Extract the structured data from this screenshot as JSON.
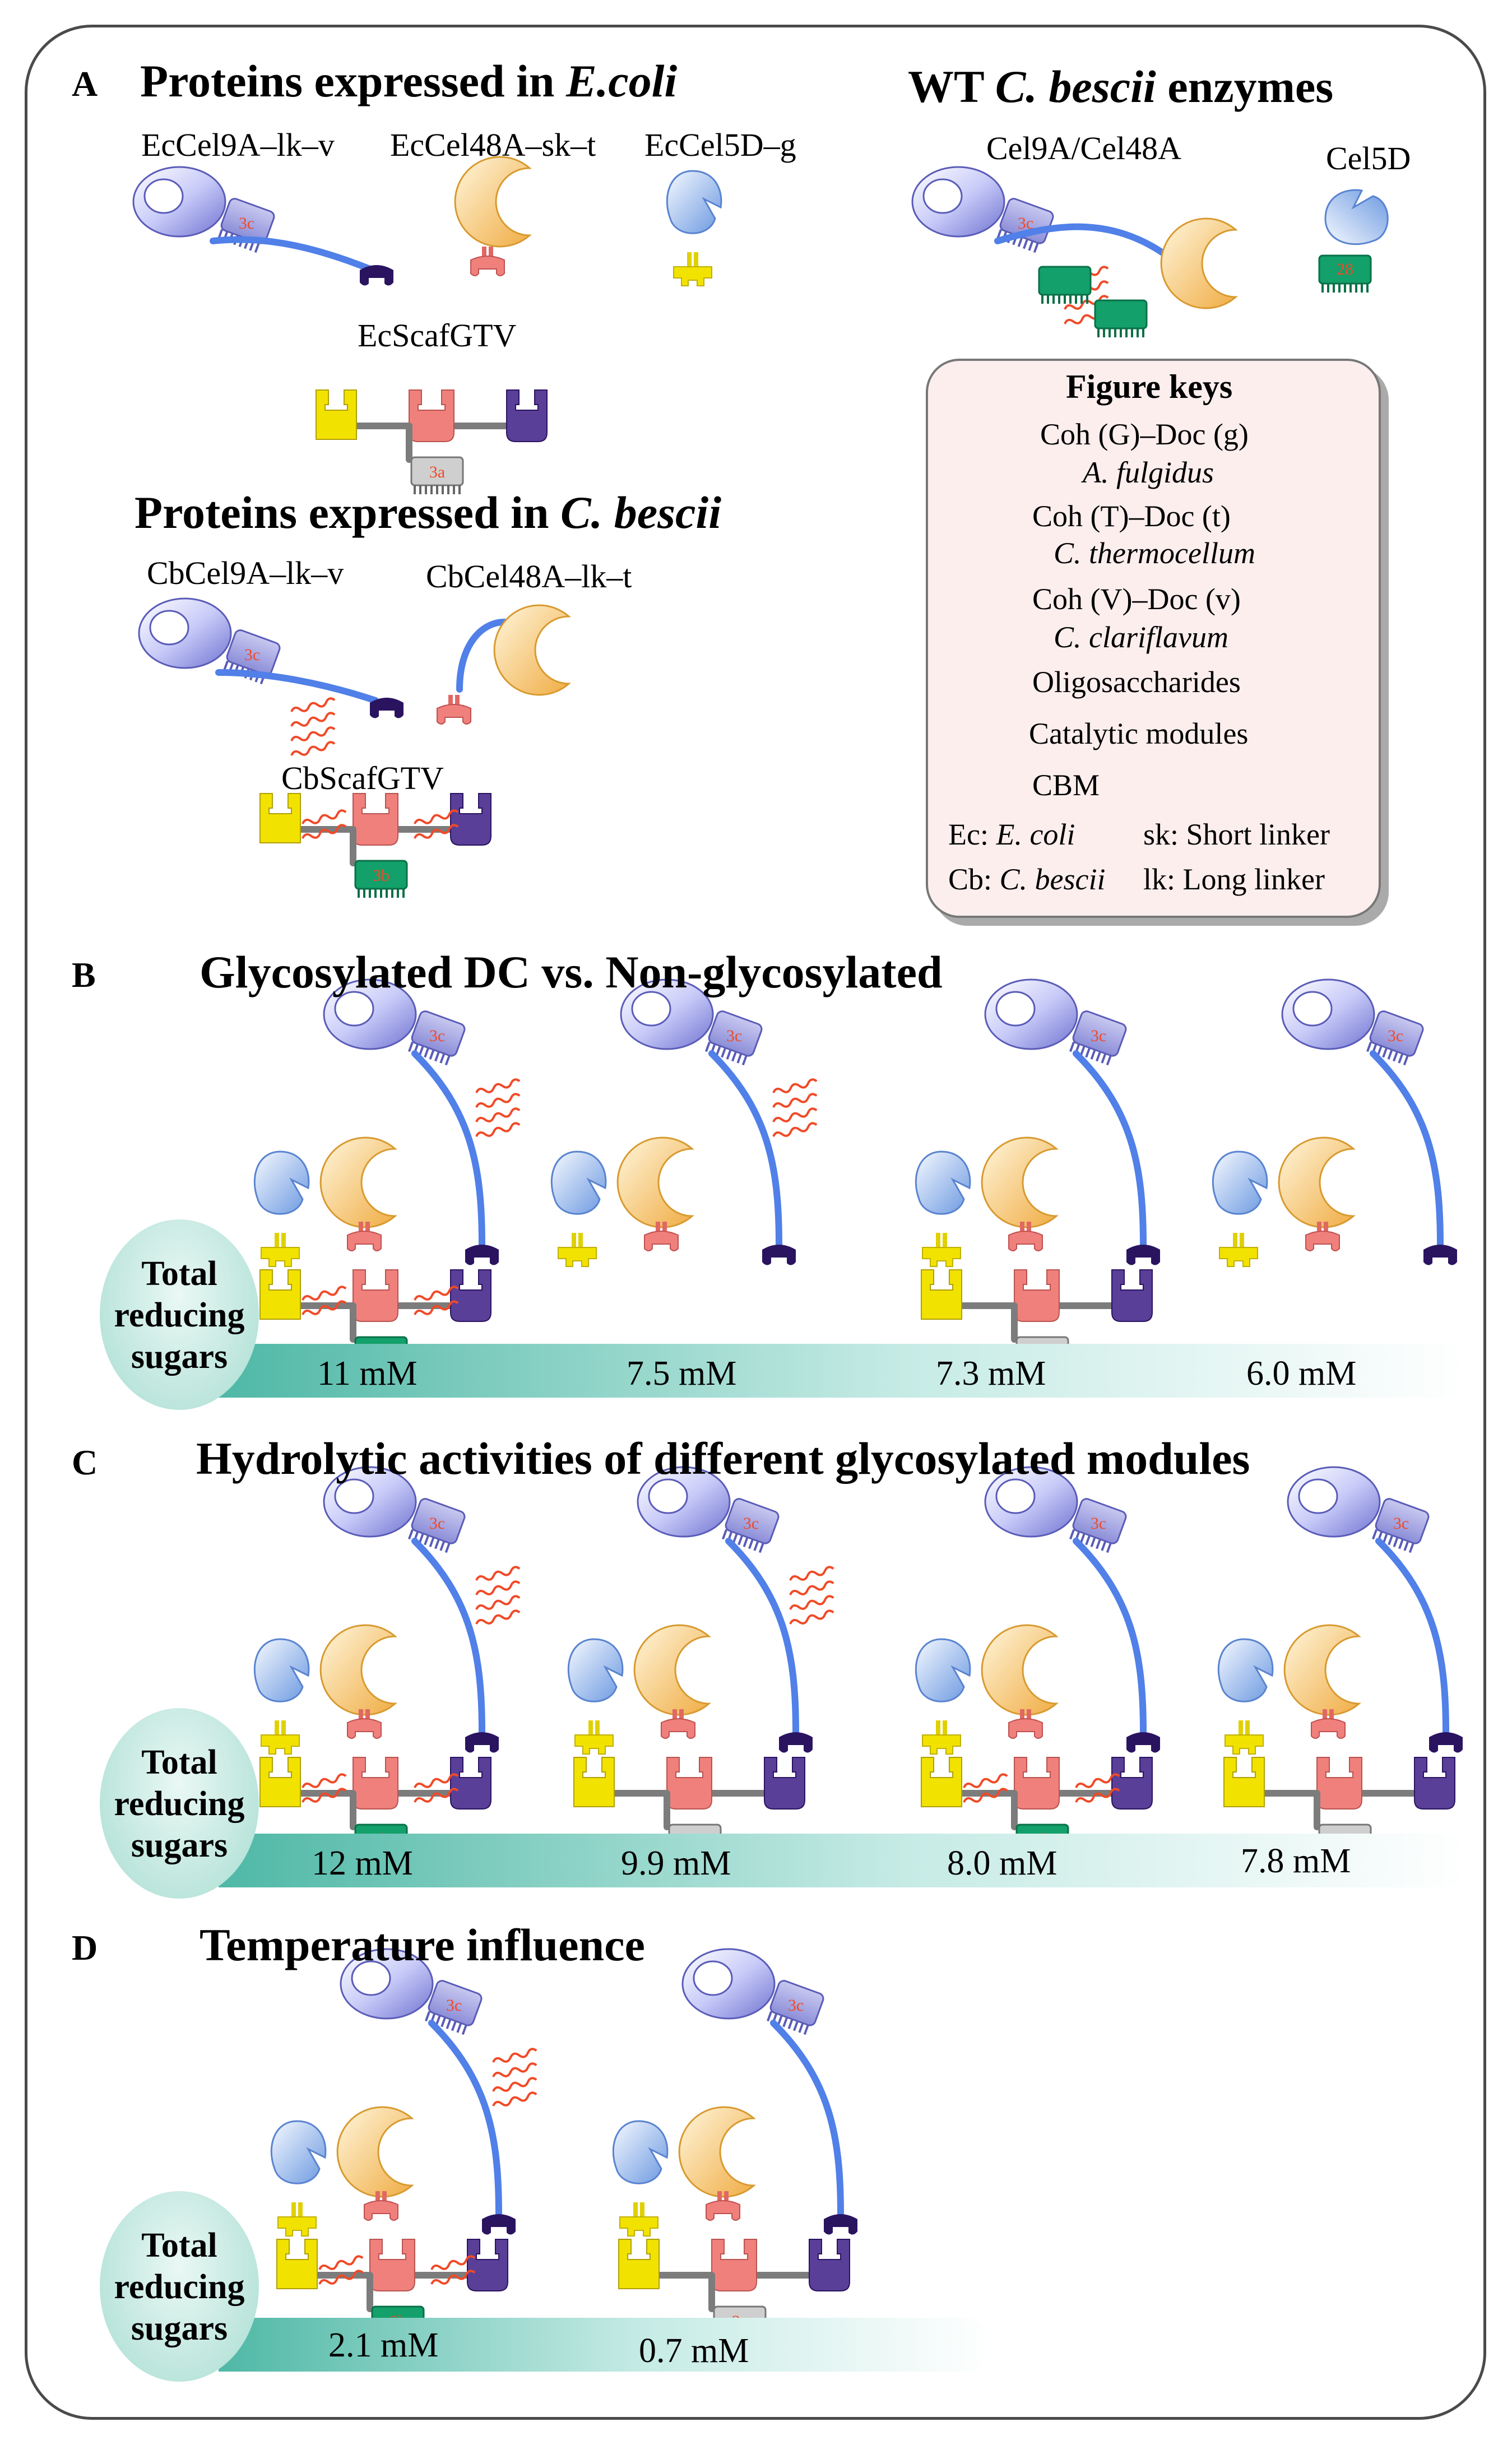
{
  "panels": {
    "a": {
      "letter": "A",
      "title_ecoli_prefix": "Proteins expressed in ",
      "title_ecoli_italic": "E.coli",
      "title_wt_prefix": "WT ",
      "title_wt_italic": "C. bescii",
      "title_wt_suffix": " enzymes",
      "title_cb_prefix": "Proteins expressed in ",
      "title_cb_italic": "C. bescii",
      "labels": {
        "ec_cel9a": "EcCel9A–lk–v",
        "ec_cel48a": "EcCel48A–sk–t",
        "ec_cel5d": "EcCel5D–g",
        "ec_scaf": "EcScafGTV",
        "wt_cel9a48a": "Cel9A/Cel48A",
        "wt_cel5d": "Cel5D",
        "cb_cel9a": "CbCel9A–lk–v",
        "cb_cel48a": "CbCel48A–lk–t",
        "cb_scaf": "CbScafGTV"
      }
    },
    "b": {
      "letter": "B",
      "title": "Glycosylated DC vs. Non-glycosylated",
      "values": [
        "11 mM",
        "7.5 mM",
        "7.3 mM",
        "6.0 mM"
      ]
    },
    "c": {
      "letter": "C",
      "title": "Hydrolytic activities of different glycosylated modules",
      "values": [
        "12 mM",
        "9.9 mM",
        "8.0 mM",
        "7.8 mM"
      ]
    },
    "d": {
      "letter": "D",
      "title": "Temperature influence",
      "values": [
        "2.1 mM",
        "0.7 mM"
      ]
    }
  },
  "total_reducing_sugars": [
    "Total",
    "reducing",
    "sugars"
  ],
  "module_labels": {
    "cbm3c": "3c",
    "cbm3a": "3a",
    "cbm3b": "3b",
    "cbm28": "28"
  },
  "figure_keys": {
    "title": "Figure keys",
    "g_pair": "Coh (G)–Doc (g)",
    "g_org": "A. fulgidus",
    "t_pair": "Coh (T)–Doc (t)",
    "t_org": "C. thermocellum",
    "v_pair": "Coh (V)–Doc (v)",
    "v_org": "C. clariflavum",
    "oligo": "Oligosaccharides",
    "catalytic": "Catalytic modules",
    "cbm": "CBM",
    "ec_abbr": "Ec: ",
    "ec_full": "E. coli",
    "cb_abbr": "Cb: ",
    "cb_full": "C. bescii",
    "sk": "sk: Short linker",
    "lk": "lk: Long linker"
  },
  "colors": {
    "gh9_light": "#e8eaff",
    "gh9_dark": "#7d80d8",
    "gh48_light": "#fff0c8",
    "gh48_dark": "#f0b450",
    "gh5_light": "#eef4ff",
    "gh5_dark": "#6a9ae0",
    "linker": "#5080e8",
    "coh_g": "#f2e200",
    "coh_t": "#f0807c",
    "coh_v": "#5a3f98",
    "doc_v": "#2a1460",
    "cbm3b": "#13a06a",
    "cbm28": "#8ac030",
    "oligo": "#f04a28",
    "scaffold_bar": "#7c7c7c",
    "bar_start": "#5cc0b0",
    "key_bg": "#fdeeee"
  }
}
